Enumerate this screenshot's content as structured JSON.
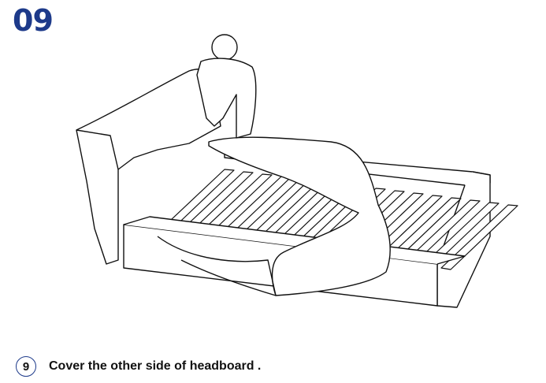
{
  "step_number": "09",
  "instruction": {
    "index": "9",
    "text": "Cover the other side of headboard ."
  }
}
